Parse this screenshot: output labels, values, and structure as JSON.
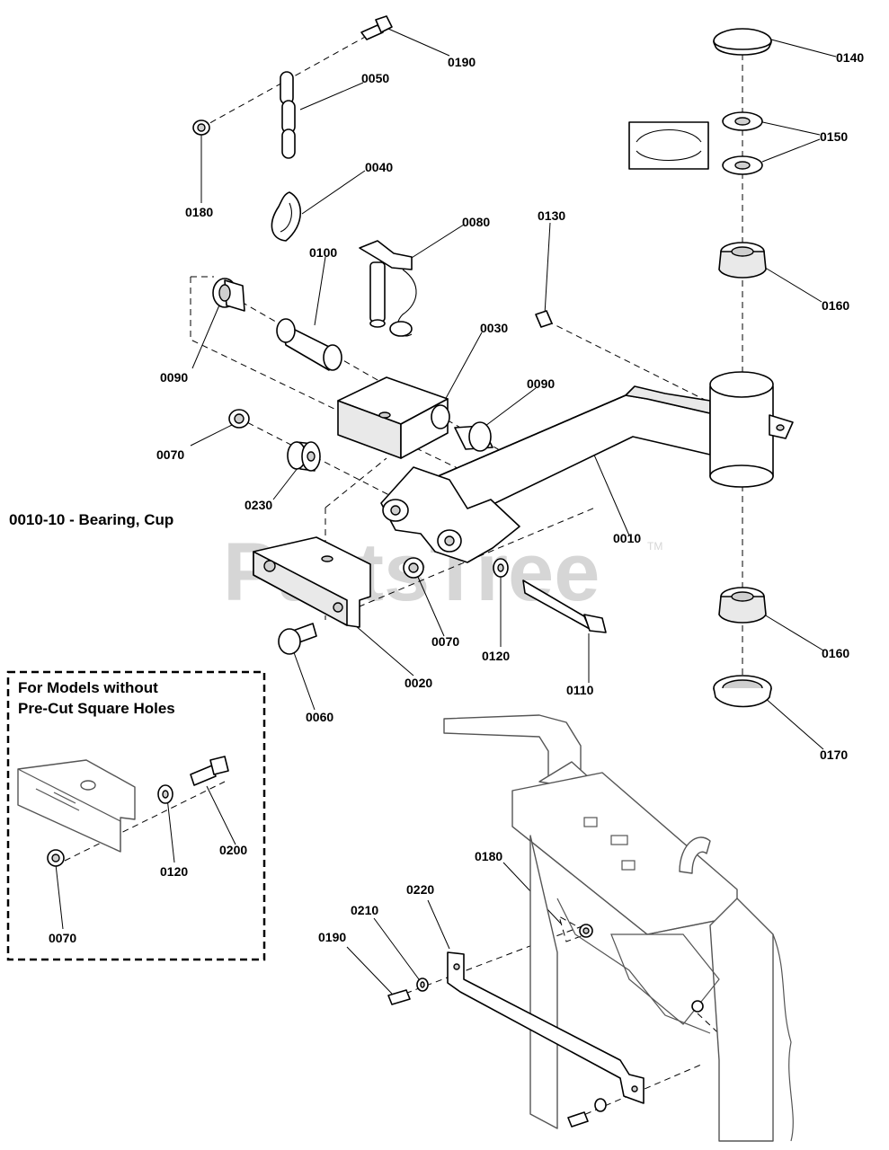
{
  "watermark": {
    "text": "PartsTree",
    "trademark": "TM"
  },
  "bearing_note": "0010-10 - Bearing, Cup",
  "inset": {
    "title_line1": "For Models without",
    "title_line2": "Pre-Cut Square Holes"
  },
  "callouts": {
    "c0190_top": "0190",
    "c0050": "0050",
    "c0180_top": "0180",
    "c0040": "0040",
    "c0080": "0080",
    "c0100": "0100",
    "c0090_left": "0090",
    "c0030": "0030",
    "c0090_right": "0090",
    "c0130": "0130",
    "c0140": "0140",
    "c0150": "0150",
    "c0160_top": "0160",
    "c0070_top": "0070",
    "c0230": "0230",
    "c0010": "0010",
    "c0160_bottom": "0160",
    "c0070_mid": "0070",
    "c0120_mid": "0120",
    "c0020": "0020",
    "c0110": "0110",
    "c0060": "0060",
    "c0170": "0170",
    "c0200": "0200",
    "c0120_inset": "0120",
    "c0070_inset": "0070",
    "c0180_bottom": "0180",
    "c0220": "0220",
    "c0210": "0210",
    "c0190_bottom": "0190"
  }
}
